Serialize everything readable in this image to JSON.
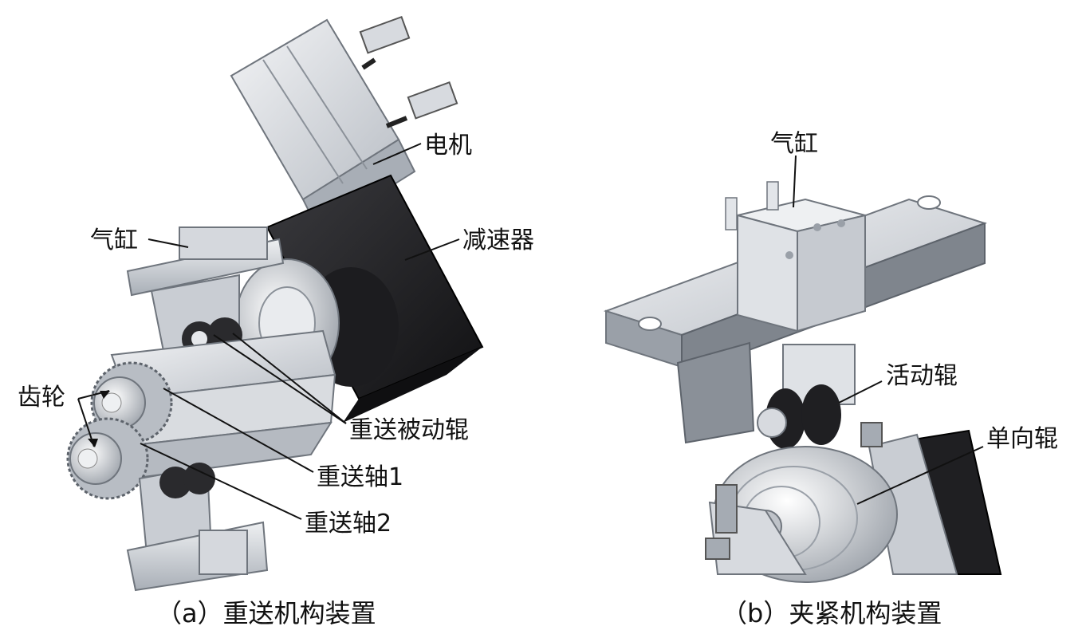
{
  "figure_a": {
    "caption": "（a）重送机构装置",
    "labels": {
      "motor": "电机",
      "reducer": "减速器",
      "cylinder": "气缸",
      "gear": "齿轮",
      "passive_roller": "重送被动辊",
      "shaft1": "重送轴1",
      "shaft2": "重送轴2"
    }
  },
  "figure_b": {
    "caption": "（b）夹紧机构装置",
    "labels": {
      "cylinder": "气缸",
      "movable_roller": "活动辊",
      "one_way_roller": "单向辊"
    }
  },
  "colors": {
    "metal_light": "#e4e6ea",
    "metal_mid": "#c3c7cd",
    "metal_dark": "#8e949c",
    "black_part": "#1f1f22",
    "leader_line": "#111111"
  }
}
